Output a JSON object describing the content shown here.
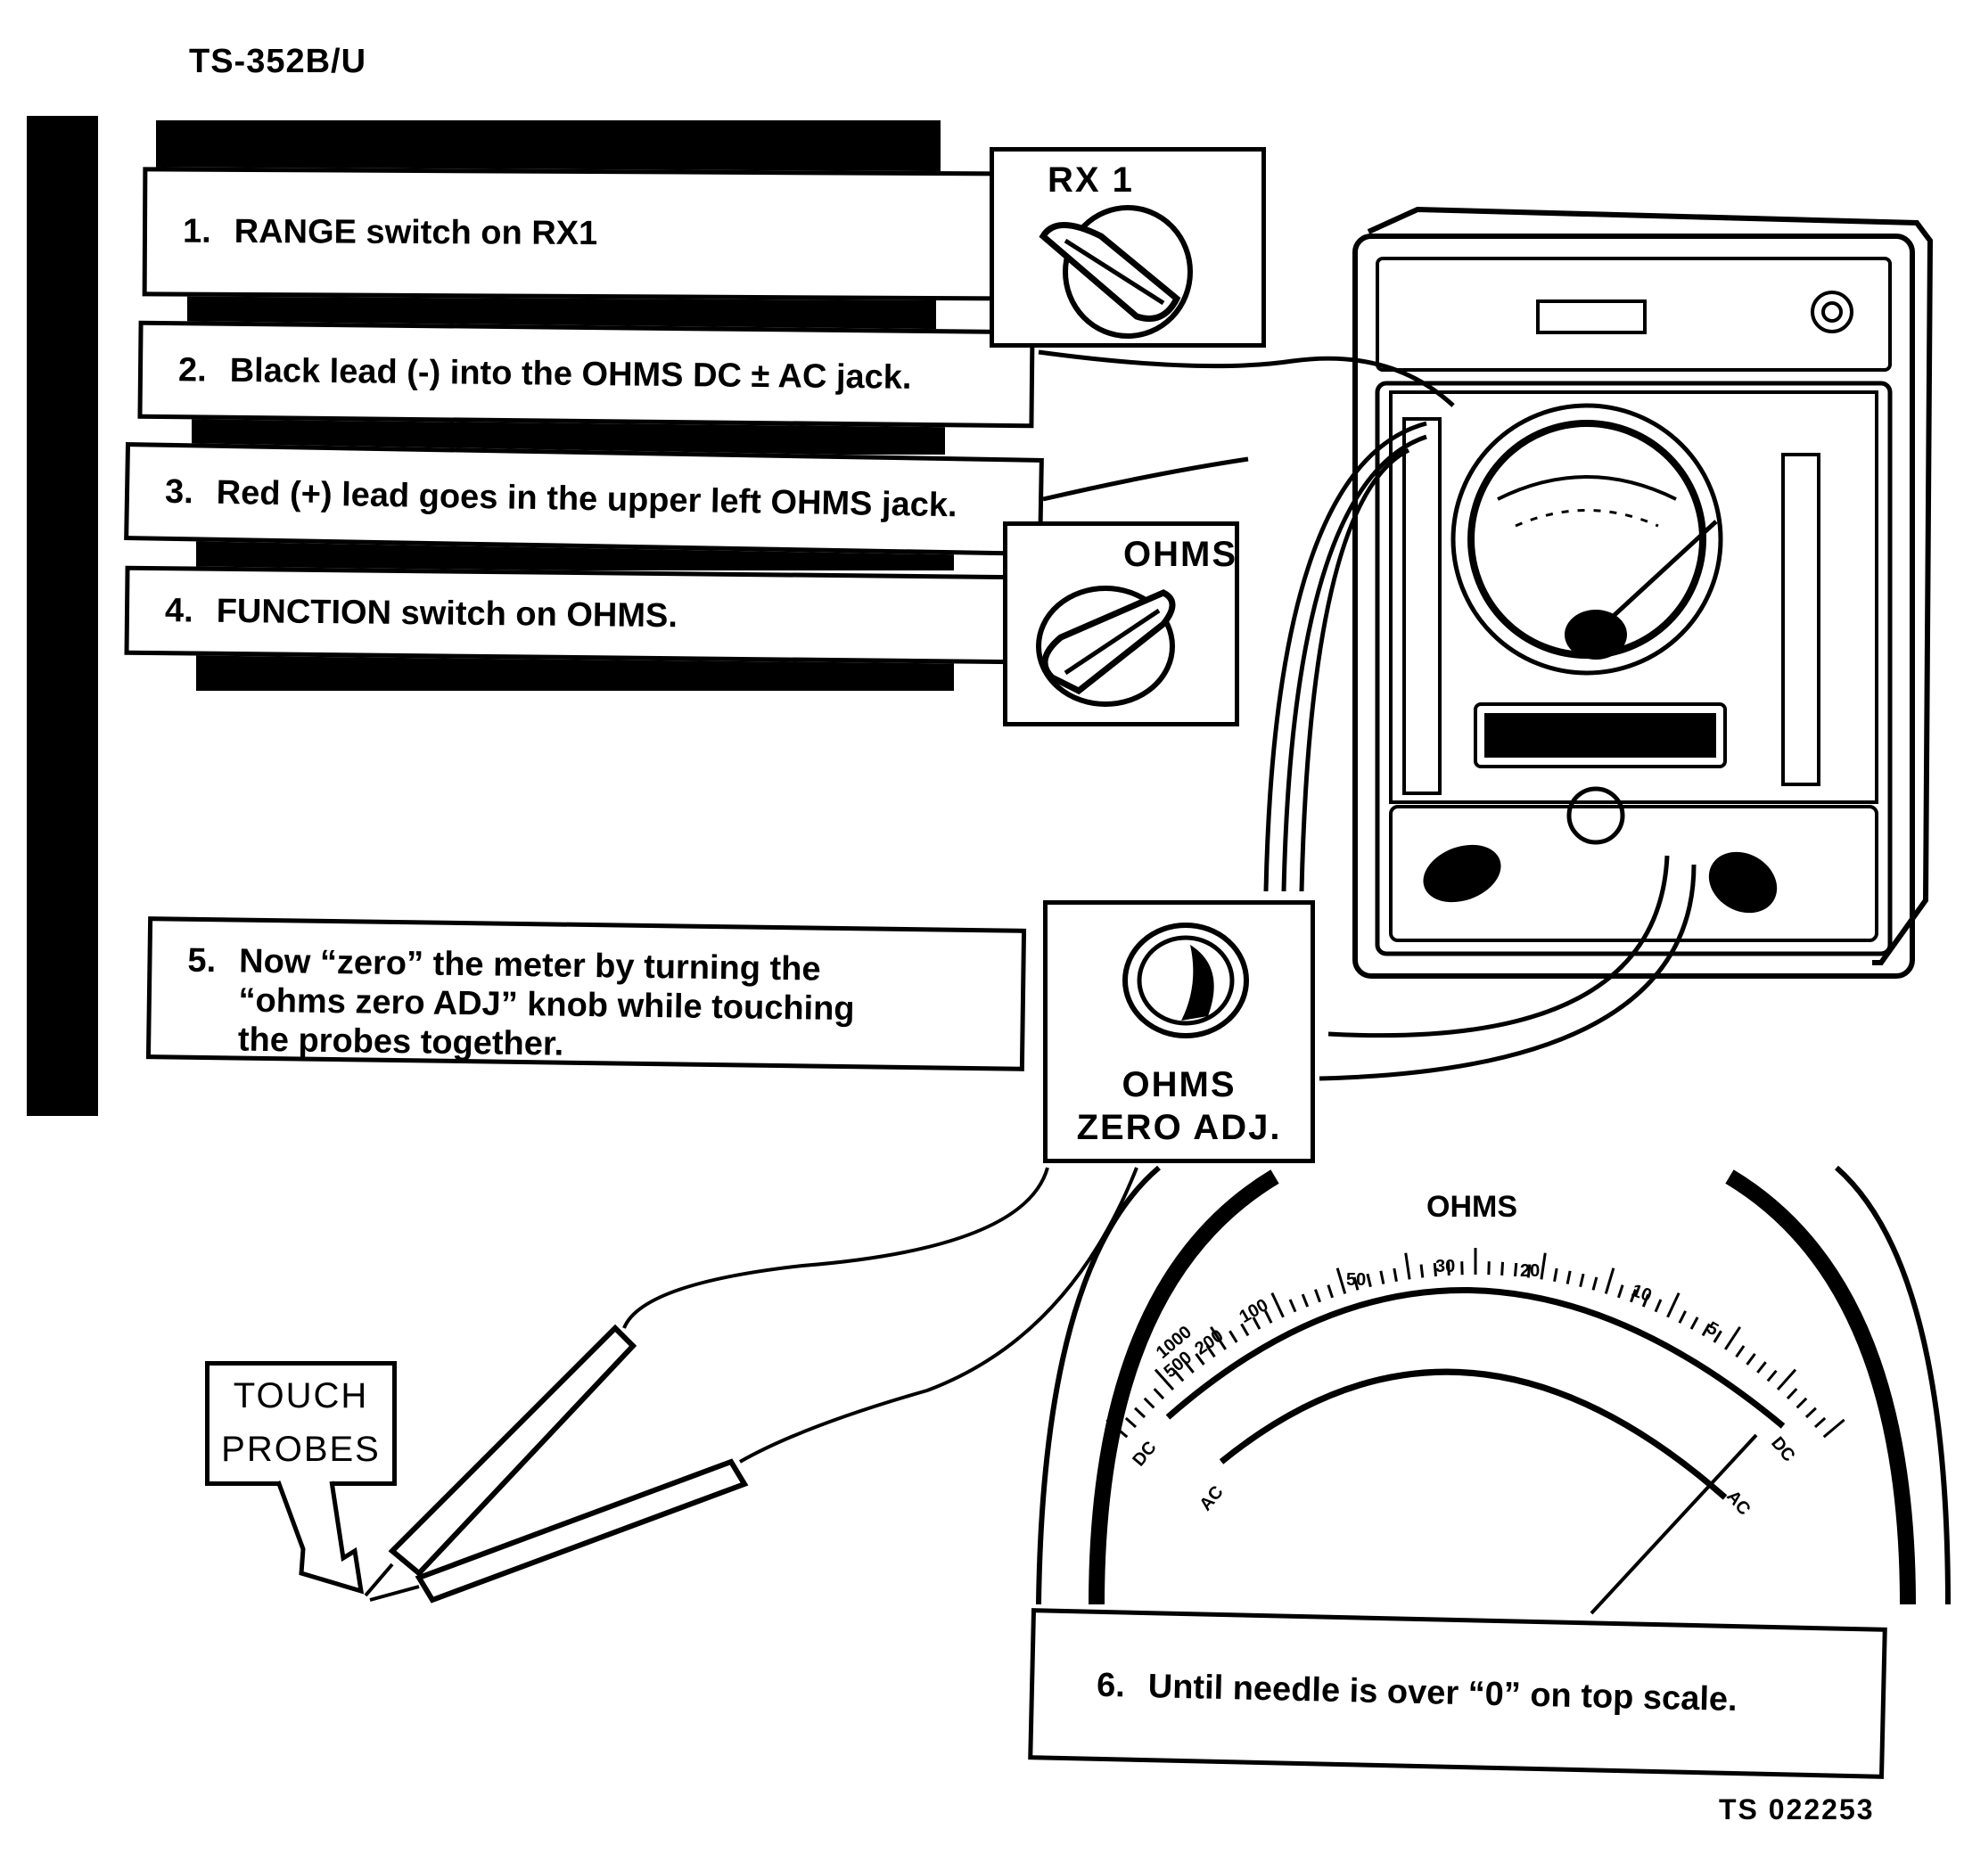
{
  "header": {
    "doc_id": "TS-352B/U"
  },
  "steps": [
    {
      "number": "1.",
      "text": "RANGE switch on RX1"
    },
    {
      "number": "2.",
      "text": "Black lead (-) into the OHMS DC ± AC jack."
    },
    {
      "number": "3.",
      "text": "Red (+) lead goes in the upper left OHMS jack."
    },
    {
      "number": "4.",
      "text": "FUNCTION switch on OHMS."
    },
    {
      "number": "5.",
      "lines": [
        "Now “zero” the meter by turning the",
        "“ohms zero ADJ” knob while touching",
        "the probes together."
      ]
    },
    {
      "number": "6.",
      "text": "Until needle is over “0” on top scale."
    }
  ],
  "callouts": {
    "range_knob": {
      "label": "RX 1",
      "icon": "rotary-knob-icon"
    },
    "function_knob": {
      "label": "OHMS",
      "icon": "rotary-knob-icon"
    },
    "zero_adj": {
      "line1": "OHMS",
      "line2": "ZERO ADJ.",
      "icon": "zero-adjust-knob-icon"
    },
    "touch_probes": {
      "line1": "TOUCH",
      "line2": "PROBES"
    }
  },
  "meter_scale": {
    "title": "OHMS",
    "top_scale_ticks": [
      "1000",
      "500",
      "200",
      "100",
      "50",
      "30",
      "20",
      "10",
      "5"
    ],
    "scale_labels_left": [
      "DC",
      "AC"
    ],
    "scale_labels_right": [
      "DC",
      "AC"
    ]
  },
  "footer": {
    "figure_id": "TS 022253"
  }
}
